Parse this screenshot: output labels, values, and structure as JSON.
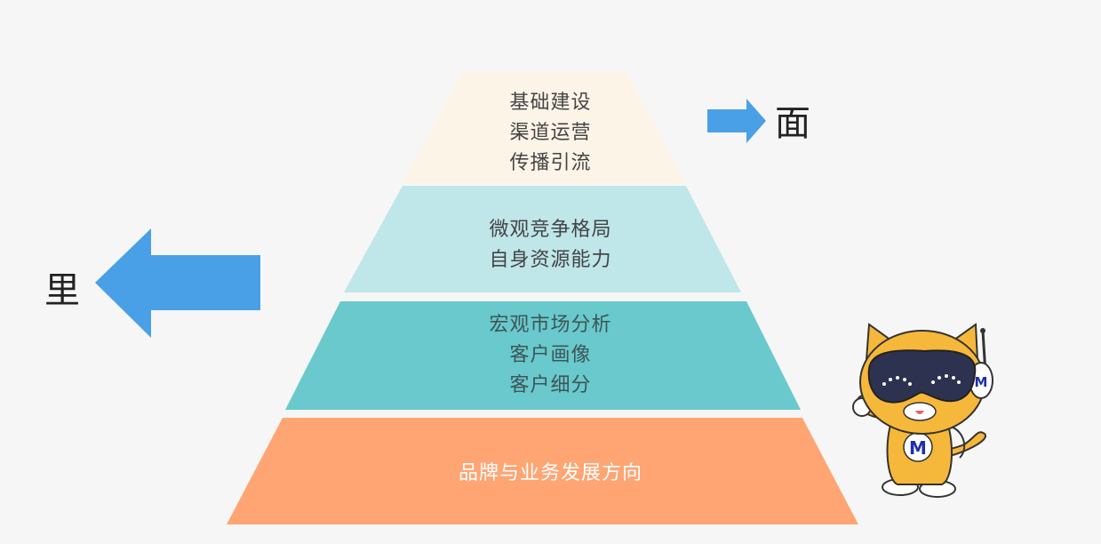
{
  "pyramid": {
    "layers": [
      {
        "lines": [
          "基础建设",
          "渠道运营",
          "传播引流"
        ],
        "fill": "#fdf4e8",
        "text_color": "#444444"
      },
      {
        "lines": [
          "微观竞争格局",
          "自身资源能力"
        ],
        "fill": "#bfe6e8",
        "text_color": "#444444"
      },
      {
        "lines": [
          "宏观市场分析",
          "客户画像",
          "客户细分"
        ],
        "fill": "#69c9cc",
        "text_color": "#3d5557"
      },
      {
        "lines": [
          "品牌与业务发展方向"
        ],
        "fill": "#ffa574",
        "text_color": "#ffffff"
      }
    ]
  },
  "labels": {
    "surface": "面",
    "inner": "里"
  },
  "colors": {
    "arrow": "#4aa0e6",
    "background": "#f6f6f6"
  },
  "mascot": {
    "badge_letter": "M",
    "ear_letter": "M"
  }
}
